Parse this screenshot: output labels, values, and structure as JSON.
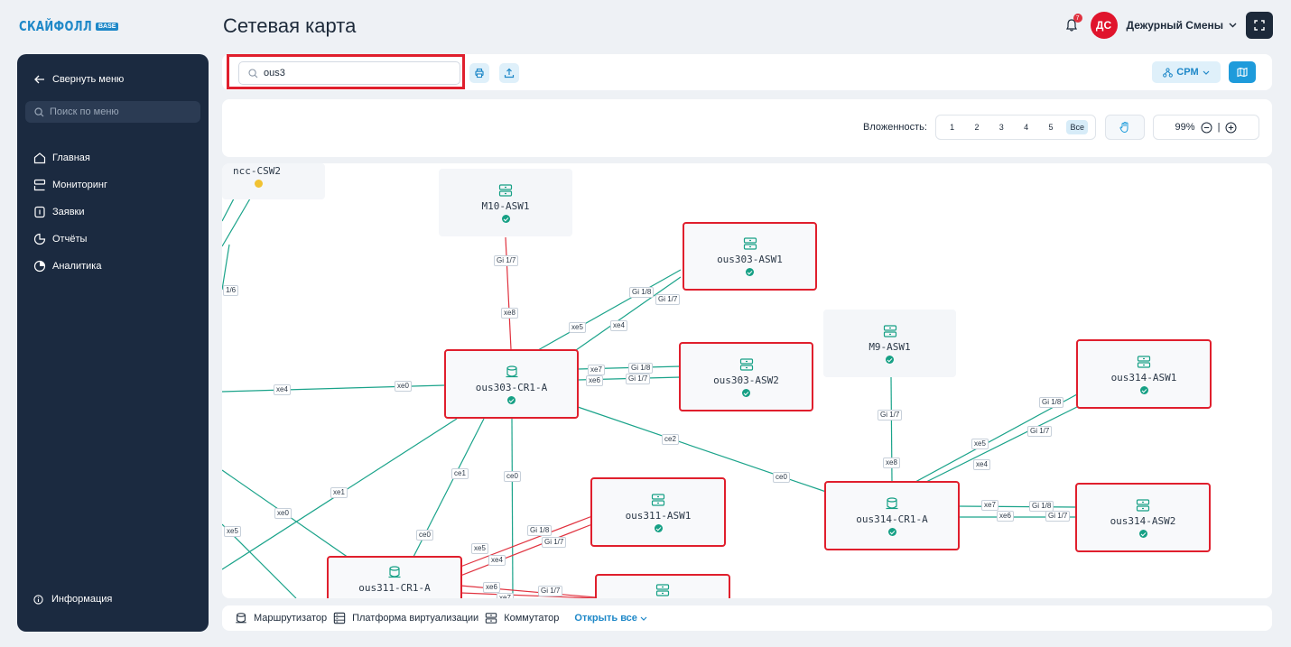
{
  "brand": {
    "name": "СКАЙФОЛЛ",
    "badge": "BASE"
  },
  "header": {
    "title": "Сетевая карта",
    "notifications": "7",
    "avatar_initials": "ДС",
    "user_name": "Дежурный Смены"
  },
  "sidebar": {
    "collapse_label": "Свернуть меню",
    "search_placeholder": "Поиск по меню",
    "items": [
      {
        "label": "Главная",
        "icon": "home-icon"
      },
      {
        "label": "Мониторинг",
        "icon": "monitoring-icon"
      },
      {
        "label": "Заявки",
        "icon": "tickets-icon"
      },
      {
        "label": "Отчёты",
        "icon": "reports-icon"
      },
      {
        "label": "Аналитика",
        "icon": "analytics-icon"
      }
    ],
    "info_label": "Информация"
  },
  "toolbar": {
    "search_value": "ous3",
    "crm_label": "CPM"
  },
  "controls": {
    "nesting_label": "Вложенность:",
    "nesting_options": [
      "1",
      "2",
      "3",
      "4",
      "5",
      "Все"
    ],
    "zoom_value": "99%"
  },
  "map": {
    "nodes": {
      "ncc_csw2": "ncc-CSW2",
      "m10_asw1": "M10-ASW1",
      "ous303_asw1": "ous303-ASW1",
      "m9_asw1": "M9-ASW1",
      "ous303_cr1_a": "ous303-CR1-A",
      "ous303_asw2": "ous303-ASW2",
      "ous314_asw1": "ous314-ASW1",
      "ous311_asw1": "ous311-ASW1",
      "ous314_cr1_a": "ous314-CR1-A",
      "ous314_asw2": "ous314-ASW2",
      "ous311_cr1_a": "ous311-CR1-A"
    },
    "ports": {
      "p1": "Gi 1/7",
      "p2": "xe8",
      "p3": "1/6",
      "p4": "Gi 1/8",
      "p5": "Gi 1/7",
      "p6": "xe5",
      "p7": "xe4",
      "p8": "xe4",
      "p9": "xe0",
      "p10": "xe7",
      "p11": "Gi 1/8",
      "p12": "xe6",
      "p13": "Gi 1/7",
      "p14": "ce2",
      "p15": "ce0",
      "p16": "Gi 1/7",
      "p17": "xe8",
      "p18": "Gi 1/8",
      "p19": "Gi 1/7",
      "p20": "xe5",
      "p21": "xe4",
      "p22": "ce1",
      "p23": "ce0",
      "p24": "xe1",
      "p25": "xe0",
      "p26": "xe5",
      "p27": "ce0",
      "p28": "Gi 1/8",
      "p29": "Gi 1/7",
      "p30": "xe5",
      "p31": "xe4",
      "p32": "xe7",
      "p33": "Gi 1/8",
      "p34": "xe6",
      "p35": "Gi 1/7",
      "p36": "xe6",
      "p37": "Gi 1/7",
      "p38": "xe7"
    }
  },
  "legend": {
    "router": "Маршрутизатор",
    "virt": "Платформа виртуализации",
    "switch": "Коммутатор",
    "open_all": "Открыть все"
  }
}
